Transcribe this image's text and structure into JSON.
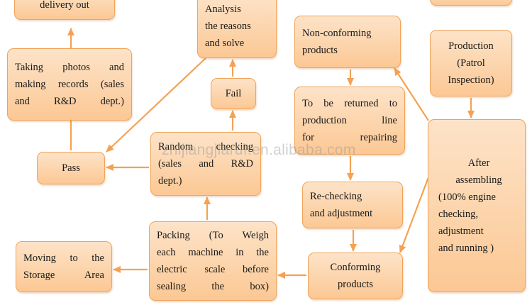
{
  "nodes": {
    "delivery": [
      "delivery out"
    ],
    "analysis": [
      "Analysis",
      "the reasons",
      "and solve"
    ],
    "nonconforming": [
      "Non-conforming",
      "products"
    ],
    "top_right": [],
    "production": [
      "Production",
      "(Patrol",
      "Inspection)"
    ],
    "taking_photos": [
      "Taking photos and",
      "making records (sales",
      "and R&D dept.)"
    ],
    "fail": [
      "Fail"
    ],
    "returned": [
      "To be returned to",
      "production line",
      "for repairing"
    ],
    "pass": [
      "Pass"
    ],
    "random_checking": [
      "Random checking",
      "(sales and R&D",
      "dept.)"
    ],
    "after_assembling": [
      "After",
      "assembling",
      "(100% engine",
      "checking,",
      "adjustment",
      "and running )"
    ],
    "rechecking": [
      "Re-checking",
      "and adjustment"
    ],
    "packing": [
      "Packing (To Weigh",
      "each machine in the",
      "electric scale before",
      "sealing the box)"
    ],
    "moving": [
      "Moving to the",
      "Storage Area"
    ],
    "conforming": [
      "Conforming",
      "products"
    ]
  },
  "watermark": "zhijiangjiaruì.en.alibaba.com",
  "colors": {
    "node_fill_top": "#fde3c8",
    "node_fill_bottom": "#fcc894",
    "node_border": "#f0a45a",
    "arrow": "#f5a153"
  }
}
